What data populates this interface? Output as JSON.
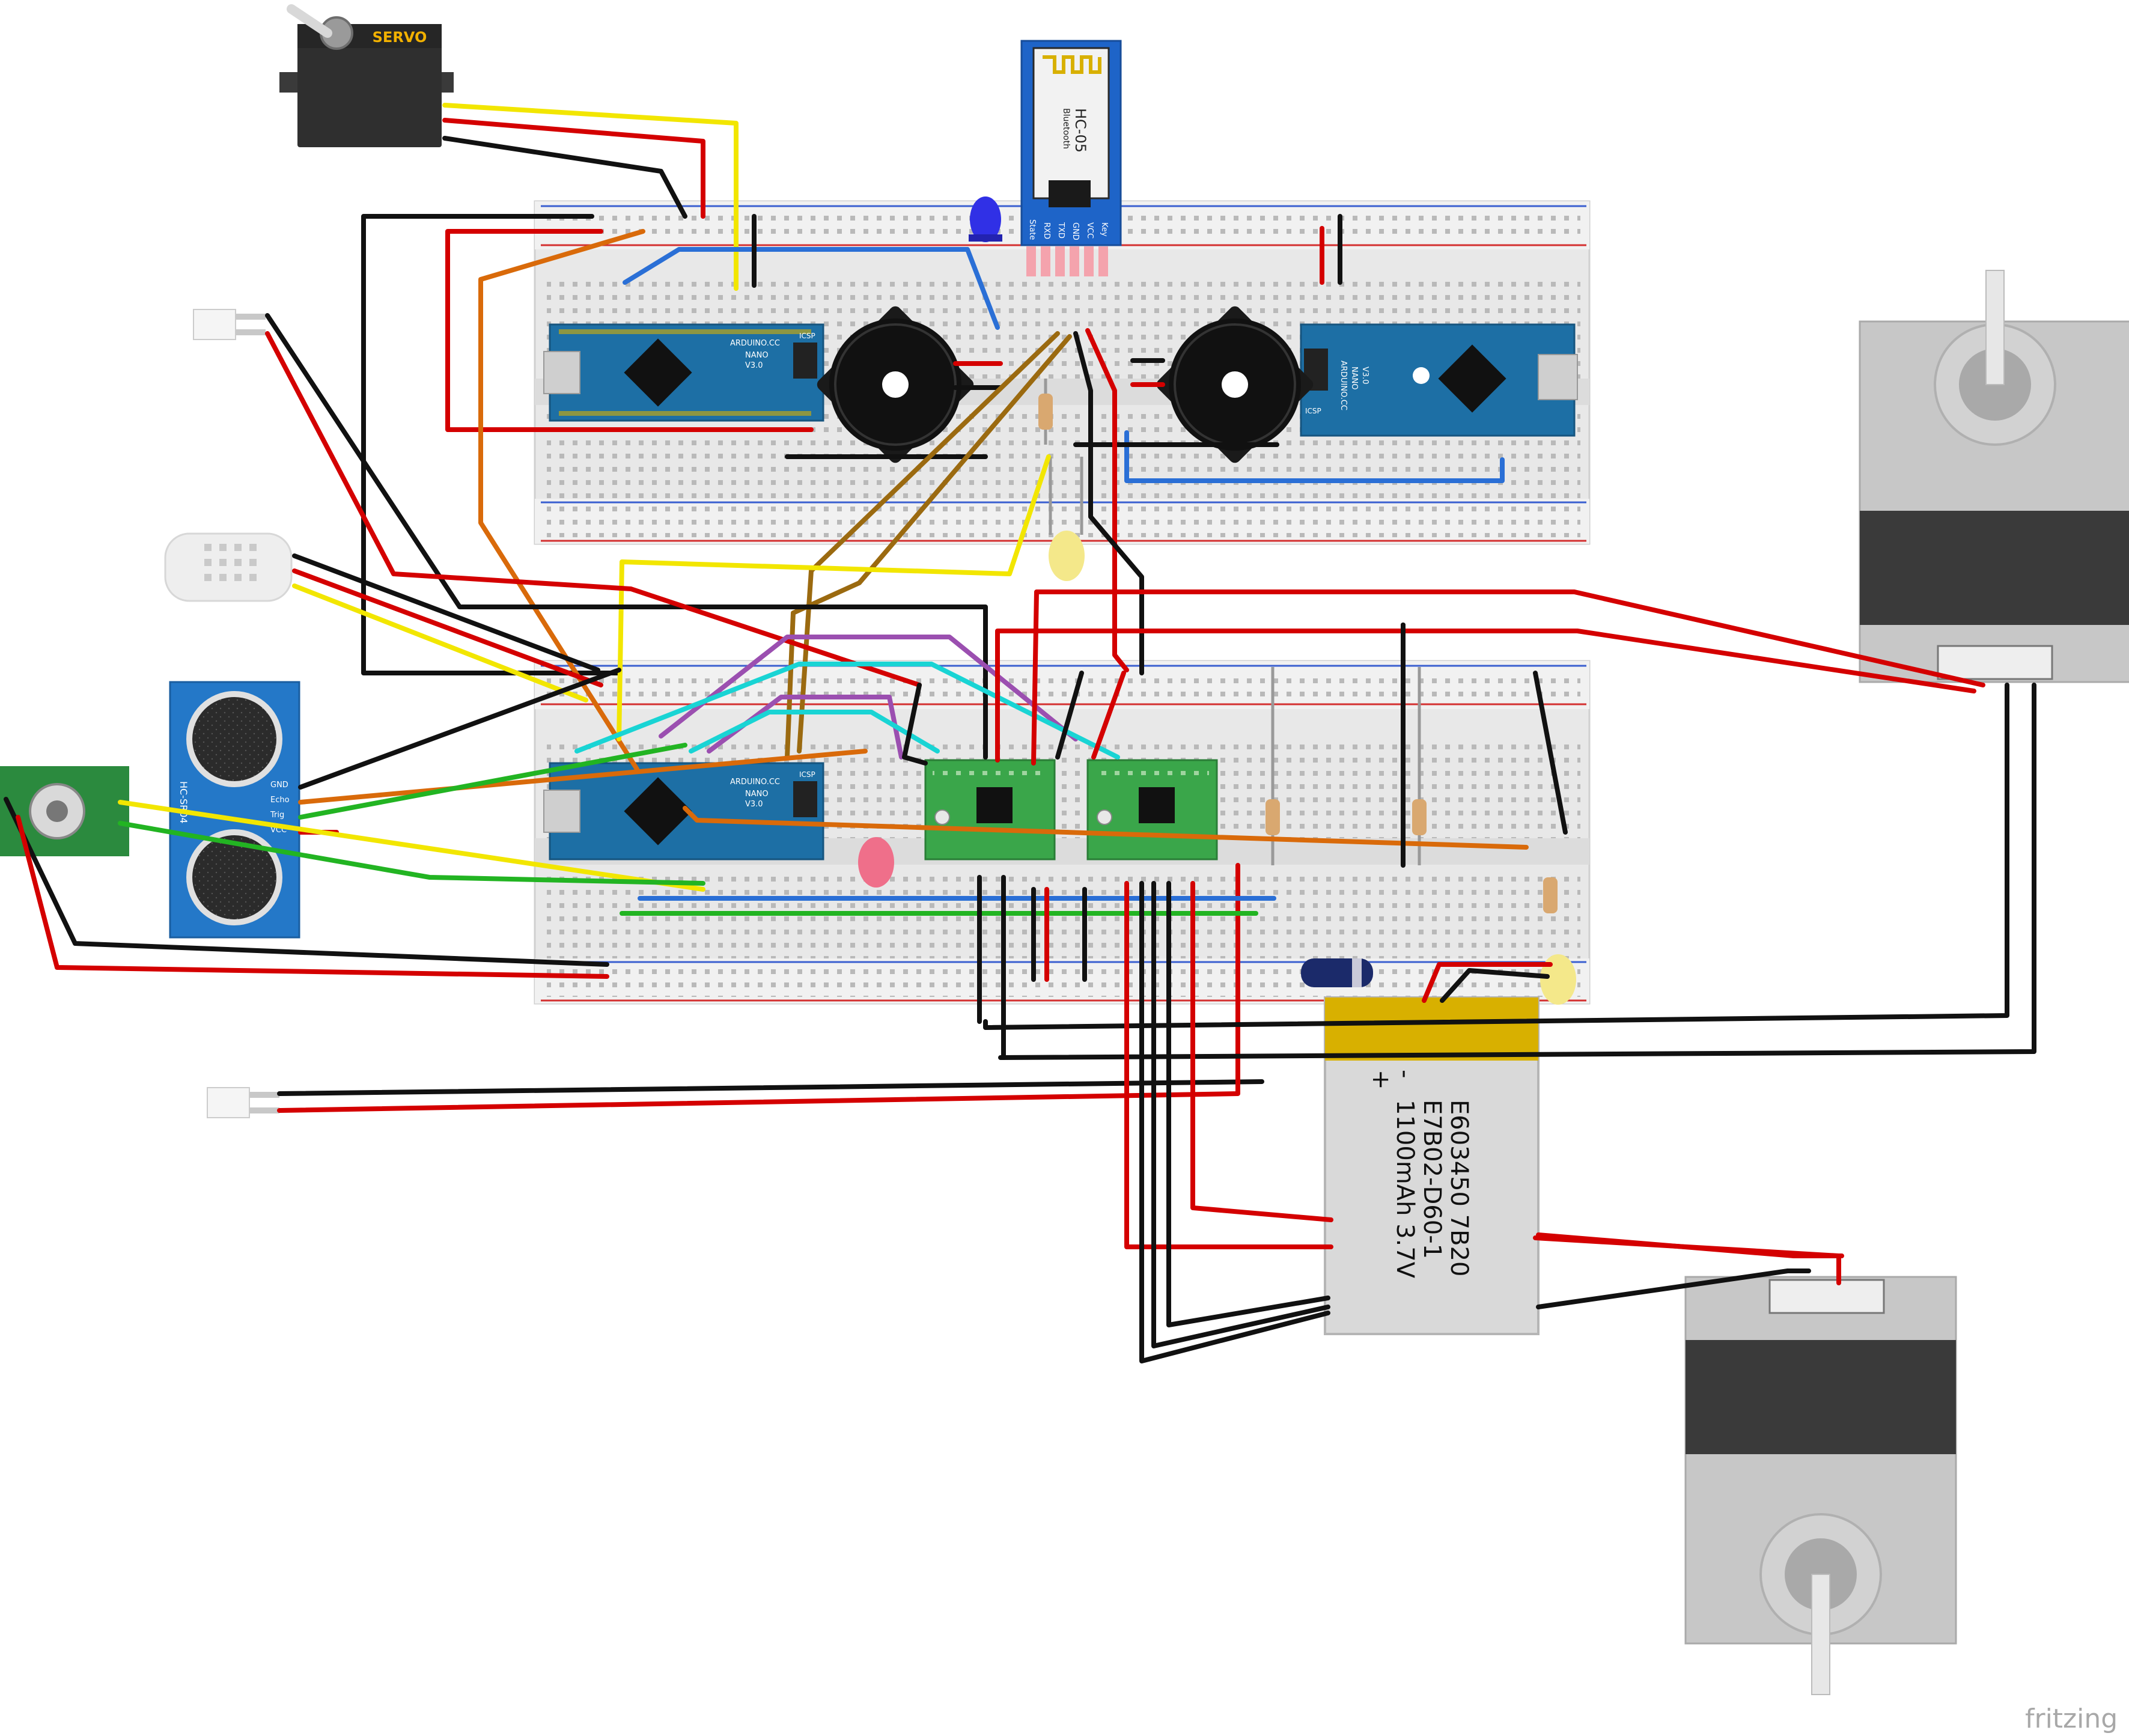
{
  "servo": {
    "label": "SERVO"
  },
  "bluetooth": {
    "model": "HC-05",
    "subtitle": "Bluetooth",
    "pins": [
      "State",
      "RXD",
      "TXD",
      "GND",
      "VCC",
      "Key"
    ]
  },
  "nano_left_top": {
    "board_text": "ARDUINO.CC",
    "model": "NANO",
    "version": "V3.0",
    "icsp": "ICSP"
  },
  "nano_right_top": {
    "board_text": "ARDUINO.CC",
    "model": "NANO",
    "version": "V3.0",
    "icsp": "ICSP"
  },
  "nano_bottom": {
    "board_text": "ARDUINO.CC",
    "model": "NANO",
    "version": "V3.0",
    "icsp": "ICSP"
  },
  "ultrasonic": {
    "model": "HC-SR04",
    "pins": [
      "GND",
      "Echo",
      "Trig",
      "VCC"
    ]
  },
  "battery": {
    "line1": "E603450 7B20",
    "line2": "E7B02-D60-1",
    "line3": "1100mAh 3.7V",
    "minus": "-",
    "plus": "+"
  },
  "watermark": "fritzing",
  "colors": {
    "breadboard": "#e9e9e9",
    "nano": "#1d6fa5",
    "driver": "#3aa64a",
    "hc05": "#1e64c8",
    "hcsr04": "#2478c8",
    "servo": "#2f2f2f",
    "battery_tab": "#d8b000",
    "wire_red": "#d40000",
    "wire_black": "#111111",
    "wire_yellow": "#f2e600",
    "wire_blue": "#2a6fd6",
    "wire_orange": "#d96a0a",
    "wire_green": "#22b422",
    "wire_cyan": "#19d4d4",
    "wire_purple": "#9b4fb0",
    "wire_brown": "#9b6a10"
  }
}
